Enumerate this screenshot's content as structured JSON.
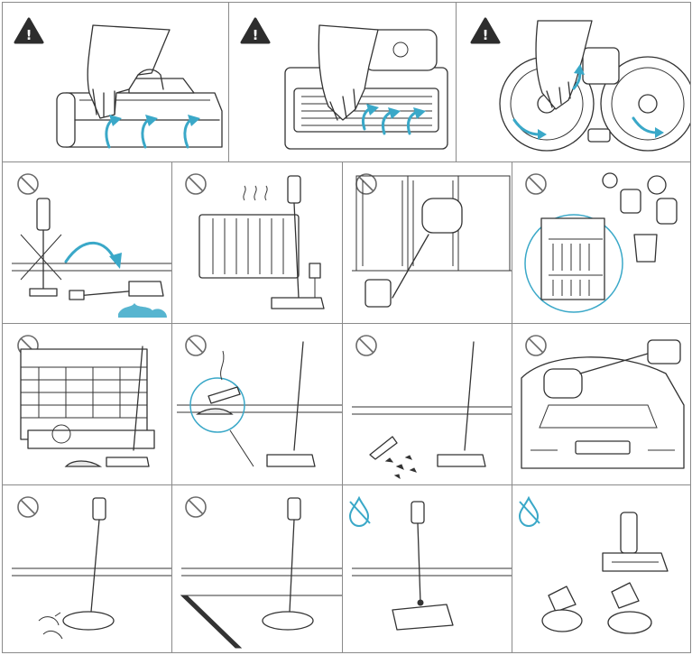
{
  "symbols": {
    "warning_glyph": "!",
    "warning_icon": "warning-triangle-icon",
    "prohibited_icon": "prohibited-circle-icon",
    "no_water_icon": "no-water-drop-icon"
  },
  "colors": {
    "accent": "#3aa8c8",
    "line": "#333333",
    "border": "#8a8a8a"
  },
  "panels": [
    {
      "row": 1,
      "col": 1,
      "symbol": "warning",
      "scene": "hands-lifting-brush-roller"
    },
    {
      "row": 1,
      "col": 2,
      "symbol": "warning",
      "scene": "hands-removing-roller-from-head"
    },
    {
      "row": 1,
      "col": 3,
      "symbol": "warning",
      "scene": "hands-turning-mop-pads"
    },
    {
      "row": 2,
      "col": 1,
      "symbol": "prohibited",
      "scene": "vacuum-falling-onto-wet-floor"
    },
    {
      "row": 2,
      "col": 2,
      "symbol": "prohibited",
      "scene": "vacuum-near-hot-radiator"
    },
    {
      "row": 2,
      "col": 3,
      "symbol": "prohibited",
      "scene": "vacuuming-window-glass"
    },
    {
      "row": 2,
      "col": 4,
      "symbol": "prohibited",
      "scene": "parts-in-dishwasher"
    },
    {
      "row": 3,
      "col": 1,
      "symbol": "prohibited",
      "scene": "vacuuming-fireplace-ash"
    },
    {
      "row": 3,
      "col": 2,
      "symbol": "prohibited",
      "scene": "vacuuming-cigarette-ash"
    },
    {
      "row": 3,
      "col": 3,
      "symbol": "prohibited",
      "scene": "vacuuming-sharp-debris"
    },
    {
      "row": 3,
      "col": 4,
      "symbol": "prohibited",
      "scene": "vacuuming-car-exterior"
    },
    {
      "row": 4,
      "col": 1,
      "symbol": "prohibited",
      "scene": "mopping-large-debris"
    },
    {
      "row": 4,
      "col": 2,
      "symbol": "prohibited",
      "scene": "mopping-on-carpet-edge"
    },
    {
      "row": 4,
      "col": 3,
      "symbol": "no-water",
      "scene": "charging-dock-keep-dry"
    },
    {
      "row": 4,
      "col": 4,
      "symbol": "no-water",
      "scene": "brush-heads-keep-dry"
    }
  ]
}
